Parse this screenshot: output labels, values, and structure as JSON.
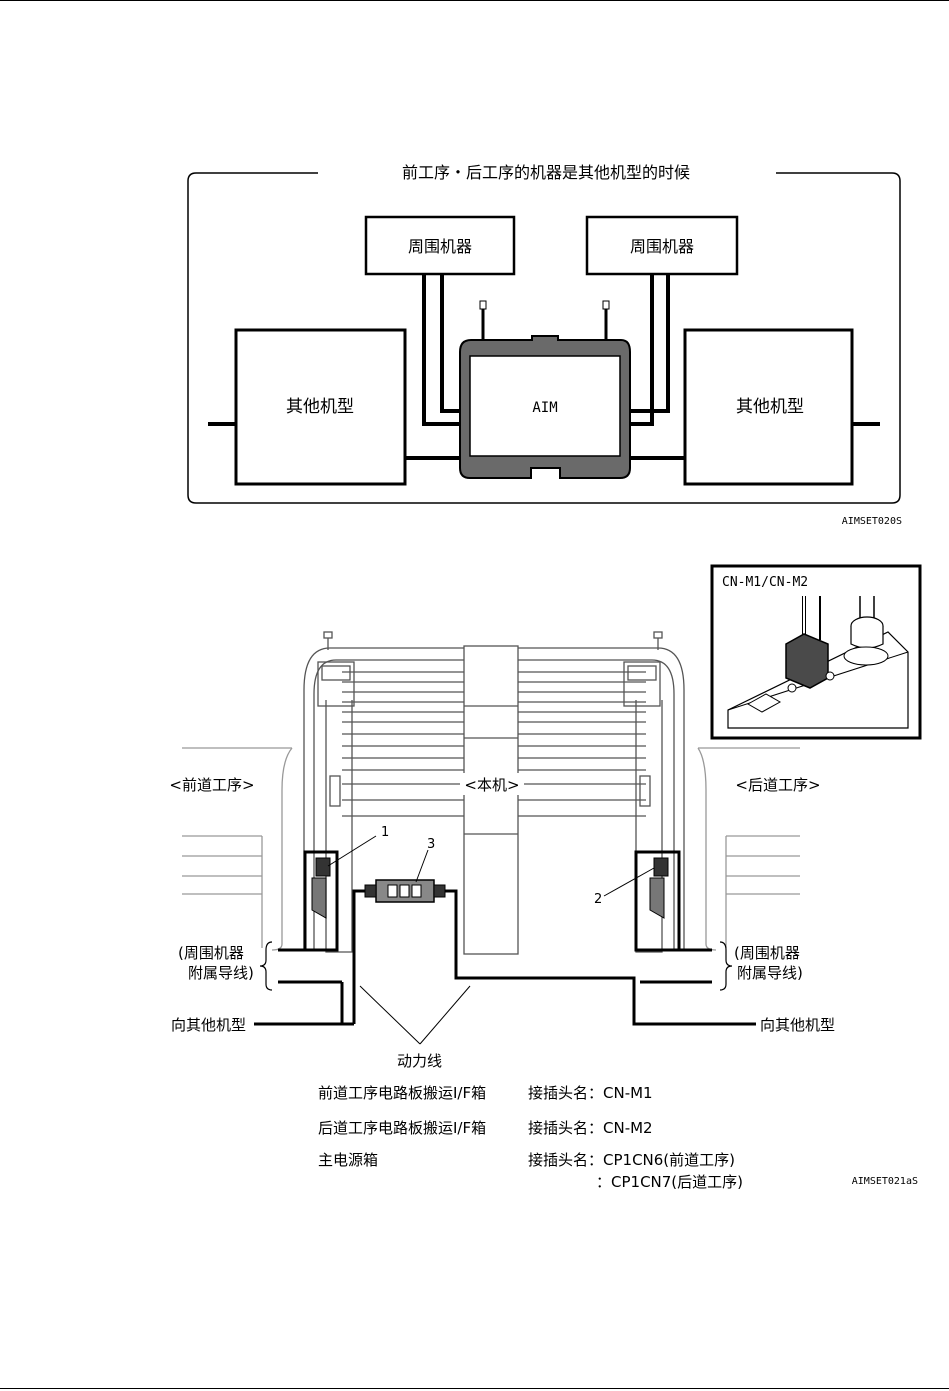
{
  "figure1": {
    "title": "前工序・后工序的机器是其他机型的时候",
    "peripheral_left": "周围机器",
    "peripheral_right": "周围机器",
    "other_left": "其他机型",
    "other_right": "其他机型",
    "center": "AIM",
    "code": "AIMSET020S"
  },
  "figure2": {
    "inset_title": "CN-M1/CN-M2",
    "label_front": "<前道工序>",
    "label_main": "<本机>",
    "label_rear": "<后道工序>",
    "callout_1": "1",
    "callout_2": "2",
    "callout_3": "3",
    "cable_left_line1": "(周围机器",
    "cable_left_line2": "附属导线)",
    "cable_right_line1": "(周围机器",
    "cable_right_line2": "附属导线)",
    "to_other_left": "向其他机型",
    "to_other_right": "向其他机型",
    "power_line": "动力线",
    "code": "AIMSET021aS"
  },
  "legend": [
    {
      "name": "前道工序电路板搬运I/F箱",
      "connector": "接插头名：CN-M1"
    },
    {
      "name": "后道工序电路板搬运I/F箱",
      "connector": "接插头名：CN-M2"
    },
    {
      "name": "主电源箱",
      "connector": "接插头名：CP1CN6(前道工序)",
      "connector2": "：CP1CN7(后道工序)"
    }
  ]
}
